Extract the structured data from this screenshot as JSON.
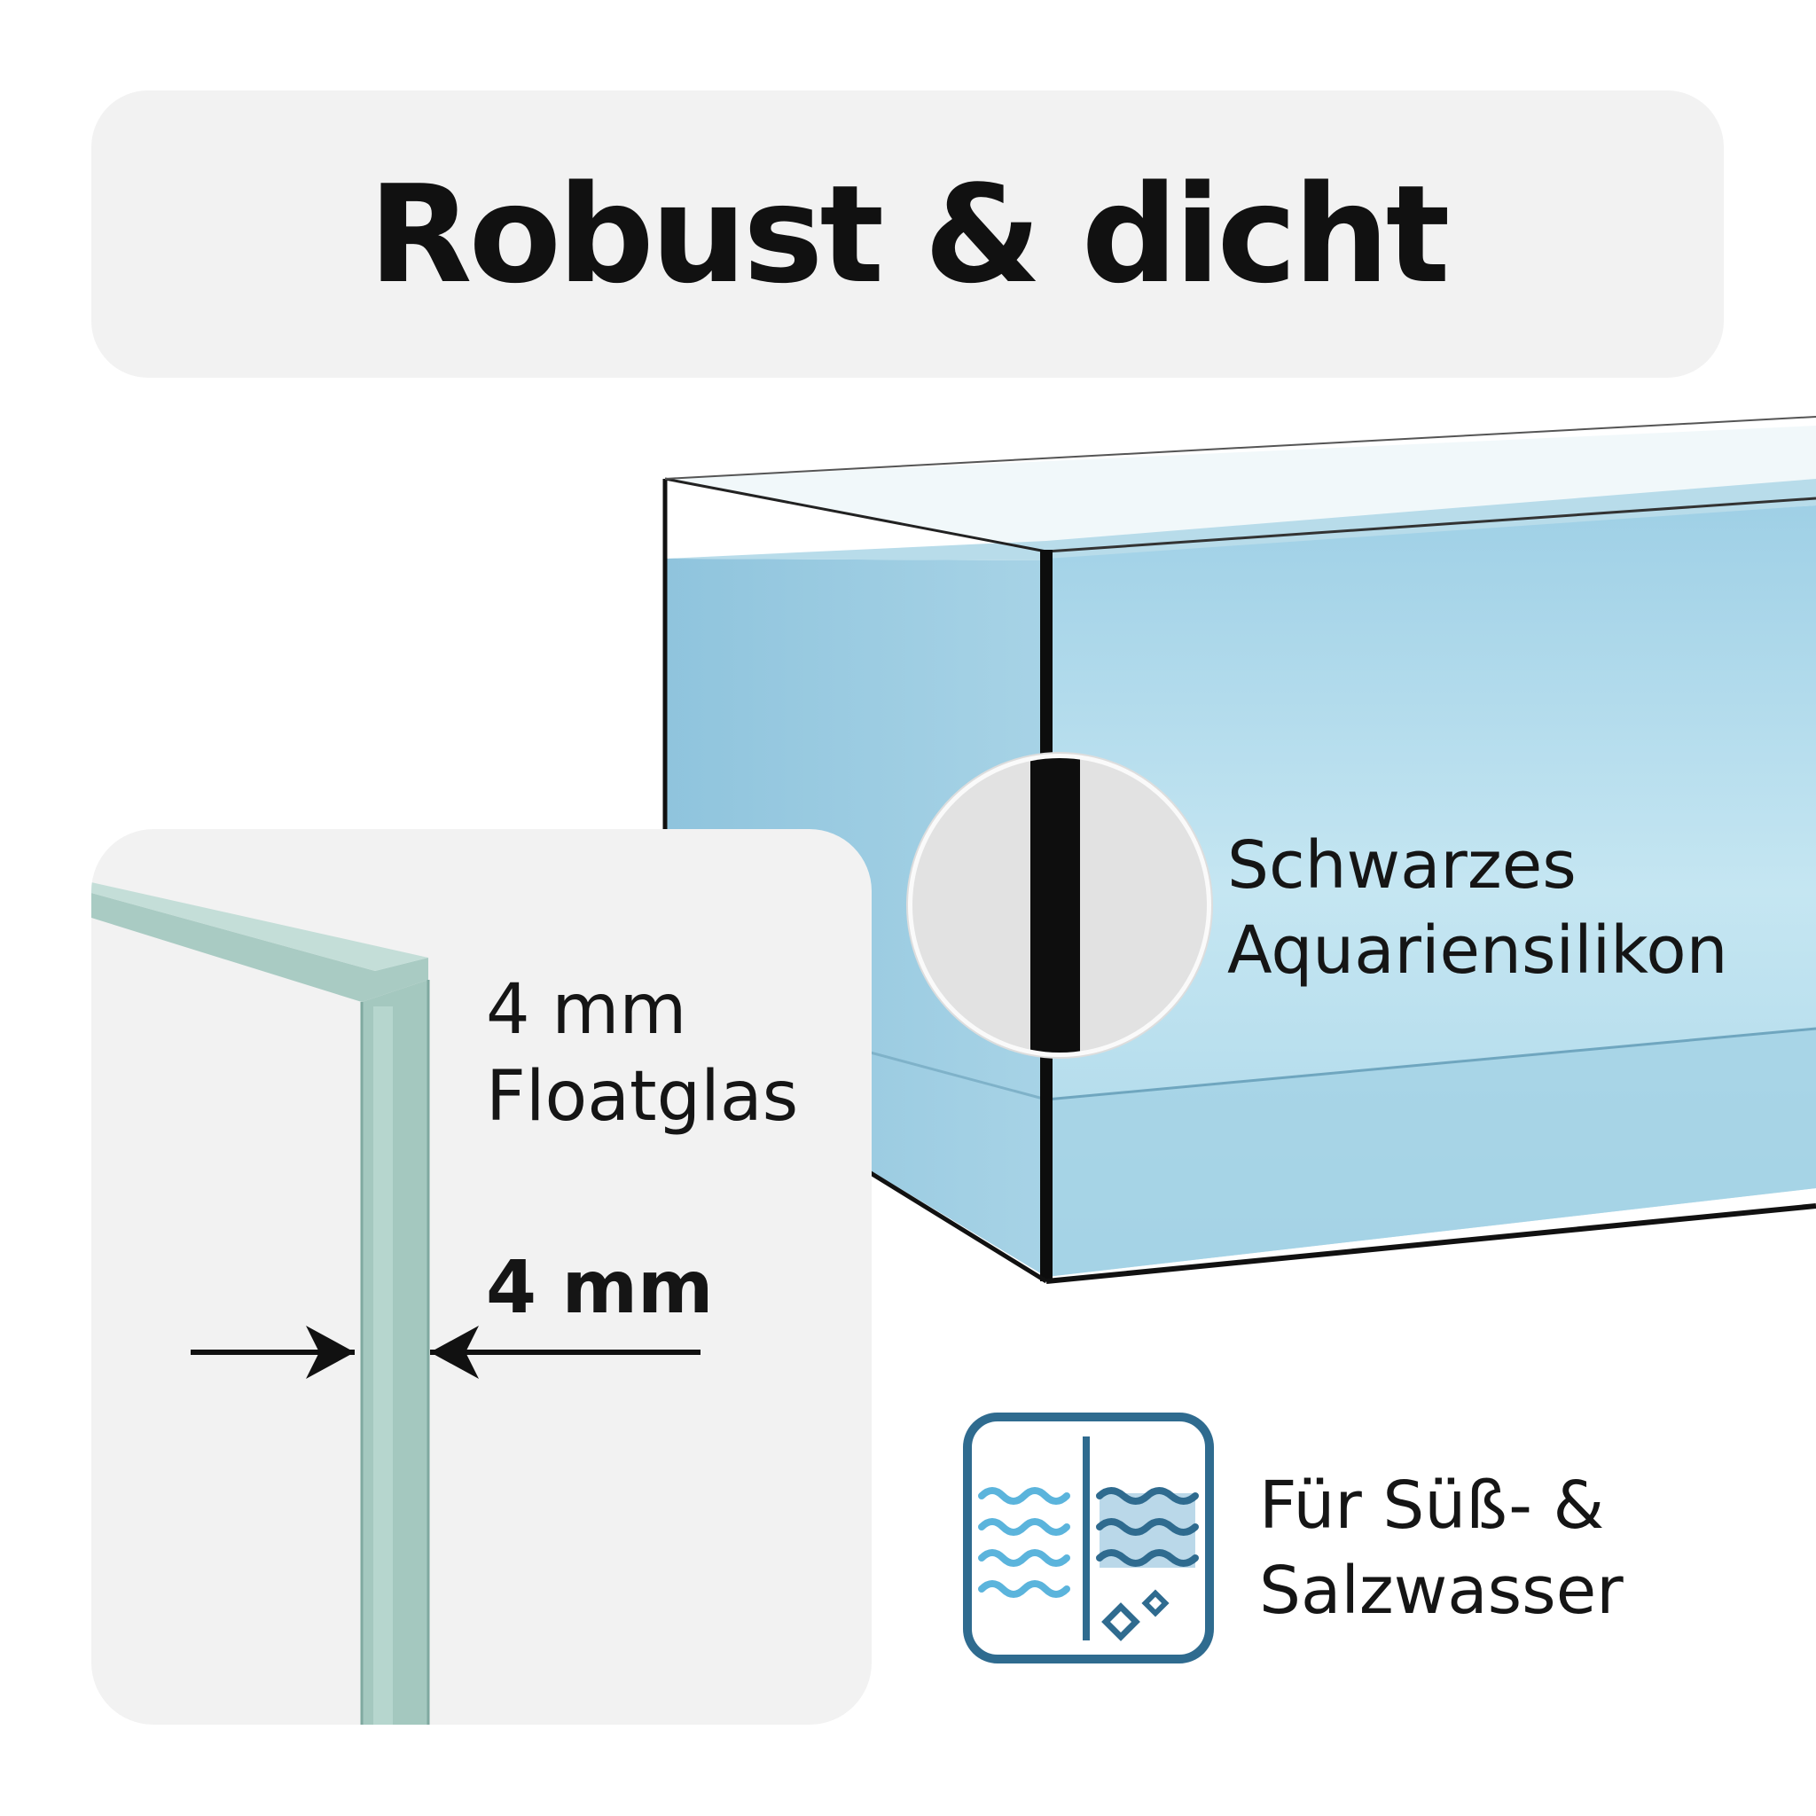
{
  "title": "Robust & dicht",
  "glass_callout": {
    "line1": "4 mm",
    "line2": "Floatglas",
    "thickness": "4 mm"
  },
  "silicone_callout": {
    "line1": "Schwarzes",
    "line2": "Aquariensilikon"
  },
  "water_callout": {
    "line1": "Für Süß- &",
    "line2": "Salzwasser"
  },
  "icons": {
    "fresh_salt_water": "fresh-salt-water-icon",
    "arrows": [
      "arrow-right-icon",
      "arrow-left-icon"
    ]
  },
  "colors": {
    "panel_bg": "#f2f2f2",
    "water_blue": "#aed9ea",
    "icon_blue": "#2f6b8f",
    "wave_blue": "#5bb4dc",
    "glass_green": "#9cc3bb",
    "text": "#151515"
  }
}
